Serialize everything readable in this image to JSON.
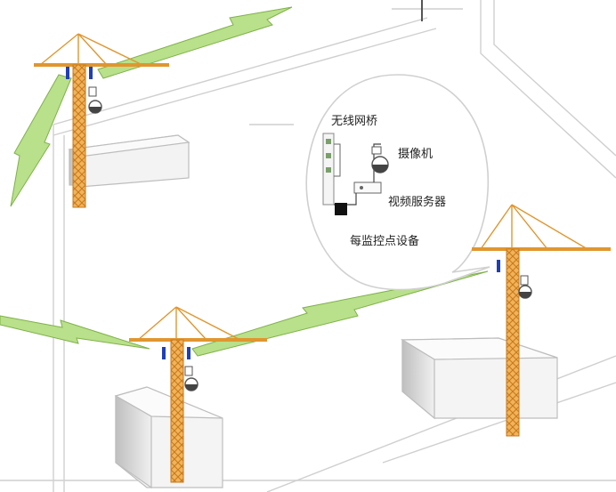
{
  "callout": {
    "wireless_bridge": "无线网桥",
    "camera": "摄像机",
    "video_server": "视频服务器",
    "monitor_point_equipment": "每监控点设备"
  },
  "colors": {
    "crane": "#e0962f",
    "crane_dark": "#c9791b",
    "bridge_blue": "#1f3fb5",
    "link_green": "#b9e08a",
    "link_edge": "#7fb24a",
    "building_line": "#c9c9c9",
    "box_shade": "#d9d9d9"
  },
  "icons": [
    "crane-icon",
    "wireless-bridge-icon",
    "camera-icon",
    "video-server-icon",
    "wireless-link-icon"
  ]
}
